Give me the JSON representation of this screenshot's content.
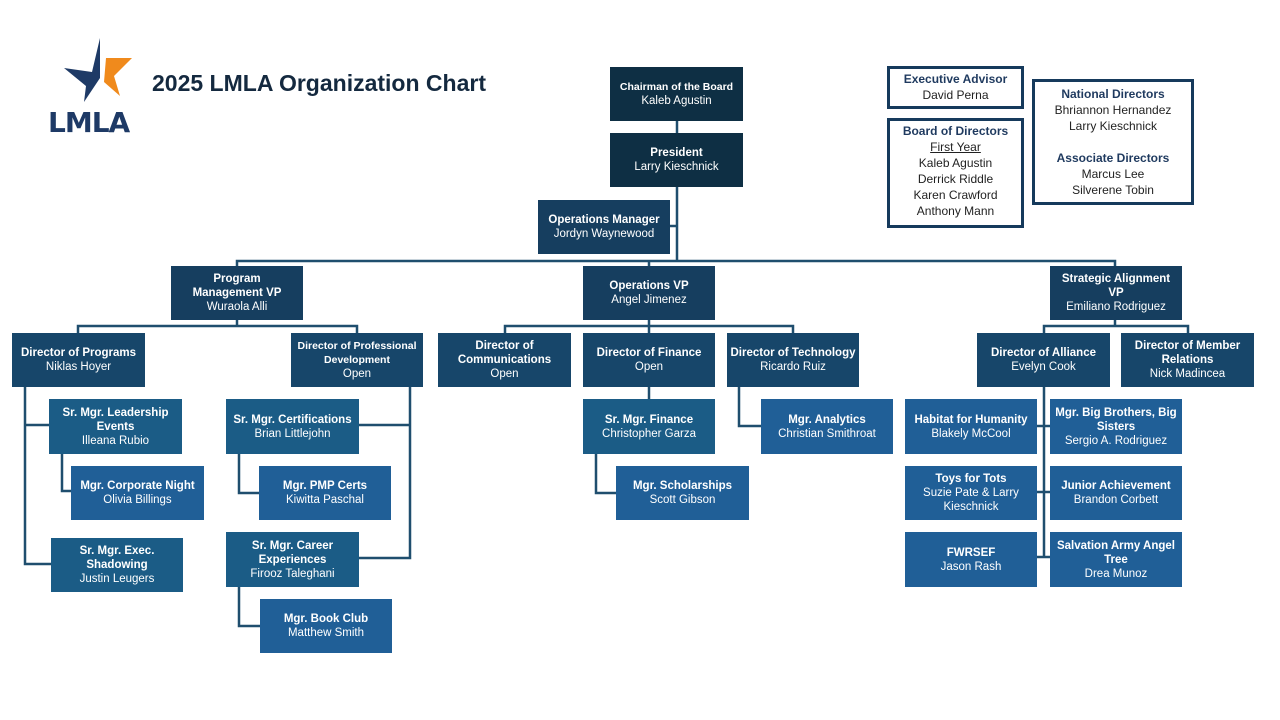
{
  "header": {
    "title": "2025 LMLA Organization Chart",
    "logo_text": "LMLA",
    "logo_icon": "star-icon",
    "colors": {
      "star_primary": "#1e3a66",
      "star_accent": "#f08a1c",
      "title": "#14293f"
    }
  },
  "info_boxes": {
    "executive_advisor": {
      "heading": "Executive Advisor",
      "names": [
        "David Perna"
      ]
    },
    "board_of_directors": {
      "heading": "Board of Directors",
      "subheading": "First Year",
      "names": [
        "Kaleb Agustin",
        "Derrick Riddle",
        "Karen Crawford",
        "Anthony Mann"
      ]
    },
    "national_directors": {
      "heading": "National Directors",
      "names": [
        "Bhriannon Hernandez",
        "Larry Kieschnick"
      ]
    },
    "associate_directors": {
      "heading": "Associate Directors",
      "names": [
        "Marcus Lee",
        "Silverene Tobin"
      ]
    }
  },
  "colors": {
    "executive": "#0e2f44",
    "vp": "#163e5f",
    "director": "#17466a",
    "senior_manager": "#1b5c86",
    "manager": "#205f97",
    "connector": "#1f4e6e"
  },
  "nodes": {
    "chairman": {
      "title": "Chairman of the Board",
      "name": "Kaleb Agustin"
    },
    "president": {
      "title": "President",
      "name": "Larry Kieschnick"
    },
    "ops_manager": {
      "title": "Operations Manager",
      "name": "Jordyn Waynewood"
    },
    "program_vp": {
      "title": "Program Management VP",
      "name": "Wuraola Alli"
    },
    "operations_vp": {
      "title": "Operations VP",
      "name": "Angel Jimenez"
    },
    "strategic_vp": {
      "title": "Strategic Alignment VP",
      "name": "Emiliano Rodriguez"
    },
    "dir_programs": {
      "title": "Director of Programs",
      "name": "Niklas Hoyer"
    },
    "dir_prof_dev": {
      "title": "Director of Professional Development",
      "name": "Open"
    },
    "dir_comms": {
      "title": "Director of Communications",
      "name": "Open"
    },
    "dir_finance": {
      "title": "Director of Finance",
      "name": "Open"
    },
    "dir_tech": {
      "title": "Director of Technology",
      "name": "Ricardo Ruiz"
    },
    "dir_alliance": {
      "title": "Director of Alliance",
      "name": "Evelyn Cook"
    },
    "dir_member": {
      "title": "Director of Member Relations",
      "name": "Nick Madincea"
    },
    "sr_leadership": {
      "title": "Sr. Mgr. Leadership Events",
      "name": "Illeana Rubio"
    },
    "mgr_corporate": {
      "title": "Mgr. Corporate Night",
      "name": "Olivia Billings"
    },
    "sr_exec_shadow": {
      "title": "Sr. Mgr. Exec. Shadowing",
      "name": "Justin Leugers"
    },
    "sr_certs": {
      "title": "Sr. Mgr. Certifications",
      "name": "Brian Littlejohn"
    },
    "mgr_pmp": {
      "title": "Mgr. PMP Certs",
      "name": "Kiwitta Paschal"
    },
    "sr_career": {
      "title": "Sr. Mgr. Career Experiences",
      "name": "Firooz Taleghani"
    },
    "mgr_book": {
      "title": "Mgr. Book Club",
      "name": "Matthew Smith"
    },
    "sr_finance": {
      "title": "Sr. Mgr. Finance",
      "name": "Christopher Garza"
    },
    "mgr_scholar": {
      "title": "Mgr. Scholarships",
      "name": "Scott Gibson"
    },
    "mgr_analytics": {
      "title": "Mgr. Analytics",
      "name": "Christian Smithroat"
    },
    "habitat": {
      "title": "Habitat for Humanity",
      "name": "Blakely McCool"
    },
    "big_brothers": {
      "title": "Mgr. Big Brothers, Big Sisters",
      "name": "Sergio A. Rodriguez"
    },
    "toys": {
      "title": "Toys for Tots",
      "name": "Suzie Pate & Larry Kieschnick"
    },
    "junior": {
      "title": "Junior Achievement",
      "name": "Brandon Corbett"
    },
    "fwrsef": {
      "title": "FWRSEF",
      "name": "Jason Rash"
    },
    "salvation": {
      "title": "Salvation Army Angel Tree",
      "name": "Drea Munoz"
    }
  }
}
